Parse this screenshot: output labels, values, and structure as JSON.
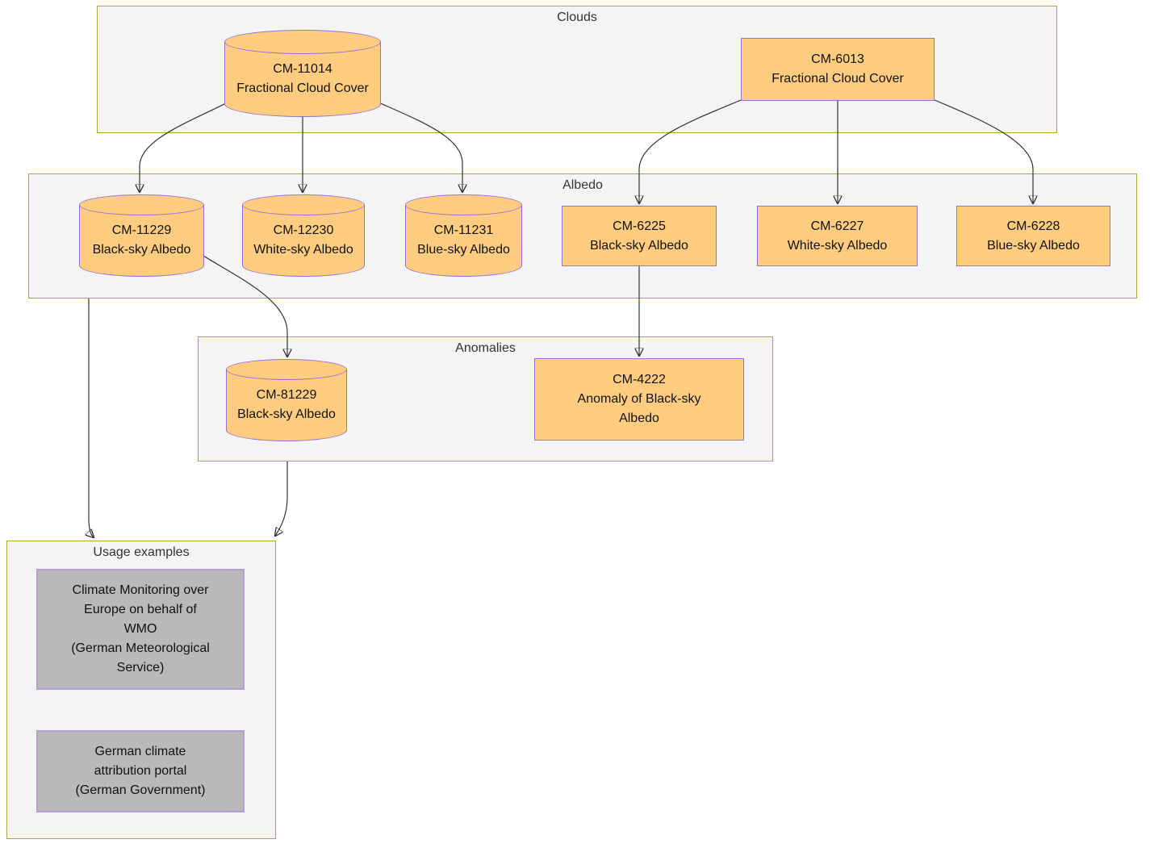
{
  "theme": {
    "node_fill": "#ffcc80",
    "node_border": "#9370db",
    "cluster_fill": "#f4f4f4",
    "cluster_border": "#aaaa33",
    "usage_fill": "#b9b9b9",
    "usage_border": "#b39ddb",
    "edge_color": "#333333",
    "text_color": "#111111",
    "label_color": "#333333",
    "background": "#ffffff"
  },
  "clusters": {
    "clouds": {
      "label": "Clouds"
    },
    "albedo": {
      "label": "Albedo"
    },
    "anomalies": {
      "label": "Anomalies"
    },
    "usage": {
      "label": "Usage examples"
    }
  },
  "nodes": {
    "cm11014": {
      "label": "CM-11014\nFractional Cloud Cover",
      "shape": "cylinder",
      "cluster": "Clouds"
    },
    "cm6013": {
      "label": "CM-6013\nFractional Cloud Cover",
      "shape": "rect",
      "cluster": "Clouds"
    },
    "cm11229": {
      "label": "CM-11229\nBlack-sky Albedo",
      "shape": "cylinder",
      "cluster": "Albedo"
    },
    "cm12230": {
      "label": "CM-12230\nWhite-sky Albedo",
      "shape": "cylinder",
      "cluster": "Albedo"
    },
    "cm11231": {
      "label": "CM-11231\nBlue-sky Albedo",
      "shape": "cylinder",
      "cluster": "Albedo"
    },
    "cm6225": {
      "label": "CM-6225\nBlack-sky Albedo",
      "shape": "rect",
      "cluster": "Albedo"
    },
    "cm6227": {
      "label": "CM-6227\nWhite-sky Albedo",
      "shape": "rect",
      "cluster": "Albedo"
    },
    "cm6228": {
      "label": "CM-6228\nBlue-sky Albedo",
      "shape": "rect",
      "cluster": "Albedo"
    },
    "cm81229": {
      "label": "CM-81229\nBlack-sky Albedo",
      "shape": "cylinder",
      "cluster": "Anomalies"
    },
    "cm4222": {
      "label": "CM-4222\nAnomaly of Black-sky\nAlbedo",
      "shape": "rect",
      "cluster": "Anomalies"
    },
    "usage1": {
      "label": "Climate Monitoring over\nEurope on behalf of\nWMO\n(German Meteorological\nService)",
      "shape": "rect-gray",
      "cluster": "Usage examples"
    },
    "usage2": {
      "label": "German climate\nattribution portal\n(German Government)",
      "shape": "rect-gray",
      "cluster": "Usage examples"
    }
  },
  "edges": [
    {
      "from": "cm11014",
      "to": "cm11229"
    },
    {
      "from": "cm11014",
      "to": "cm12230"
    },
    {
      "from": "cm11014",
      "to": "cm11231"
    },
    {
      "from": "cm6013",
      "to": "cm6225"
    },
    {
      "from": "cm6013",
      "to": "cm6227"
    },
    {
      "from": "cm6013",
      "to": "cm6228"
    },
    {
      "from": "cm11229",
      "to": "cm81229"
    },
    {
      "from": "cm6225",
      "to": "cm4222"
    },
    {
      "from": "cm11229",
      "to": "usage"
    },
    {
      "from": "cm81229",
      "to": "usage"
    }
  ]
}
